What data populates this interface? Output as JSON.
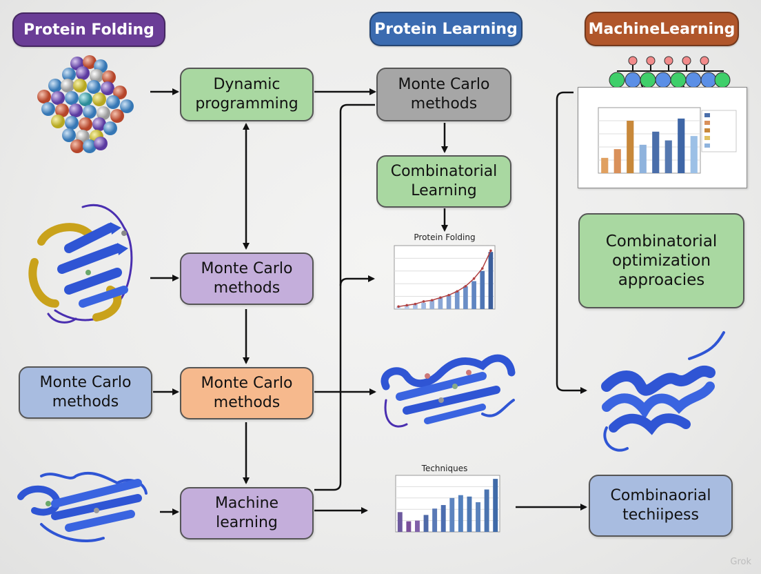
{
  "headers": {
    "left": "Protein Folding",
    "middle": "Protein Learning",
    "right": "MachineLearning"
  },
  "colors": {
    "header_left": "#6a3d96",
    "header_middle": "#3b6bb0",
    "header_right": "#b0562b",
    "green_box": "#a9d8a1",
    "purple_box": "#c4aedb",
    "gray_box": "#a6a6a6",
    "blue_box": "#a8bce0",
    "orange_box": "#f6b98d",
    "protein_ribbon": "#2f55d4",
    "protein_helix_yellow": "#c9a21b"
  },
  "nodes": {
    "dynamic_programming": {
      "line1": "Dynamic",
      "line2": "programming"
    },
    "monte_carlo_1": {
      "line1": "Monte Carlo",
      "line2": "methods"
    },
    "monte_carlo_left": {
      "line1": "Monte Carlo",
      "line2": "methods"
    },
    "monte_carlo_orange": {
      "line1": "Monte Carlo",
      "line2": "methods"
    },
    "machine_learning": {
      "line1": "Machine",
      "line2": "learning"
    },
    "monte_carlo_top": {
      "line1": "Monte Carlo",
      "line2": "methods"
    },
    "combinatorial_learning": {
      "line1": "Combinatorial",
      "line2": "Learning"
    },
    "combinatorial_optimization": {
      "line1": "Combinatorial",
      "line2": "optimization",
      "line3": "approacies"
    },
    "combinatorial_techniques": {
      "line1": "Combinaorial",
      "line2": "techiipess"
    }
  },
  "charts": {
    "protein_folding_title": "Protein Folding",
    "techniques_title": "Techniques"
  },
  "chart_data": [
    {
      "type": "bar",
      "title": "Protein Folding",
      "values": [
        2,
        3,
        4,
        5,
        7,
        9,
        11,
        14,
        18,
        22,
        30,
        45
      ],
      "line_values": [
        2,
        3,
        4,
        6,
        7,
        9,
        11,
        14,
        18,
        24,
        32,
        46
      ],
      "ylim": [
        0,
        50
      ]
    },
    {
      "type": "bar",
      "title": "Techniques",
      "values": [
        28,
        15,
        16,
        24,
        33,
        38,
        48,
        52,
        50,
        42,
        60,
        75
      ],
      "ylim": [
        0,
        80
      ]
    },
    {
      "type": "bar",
      "values": [
        7,
        11,
        24,
        13,
        19,
        15,
        25,
        17
      ],
      "ylim": [
        0,
        30
      ]
    }
  ],
  "watermark": "Grok"
}
